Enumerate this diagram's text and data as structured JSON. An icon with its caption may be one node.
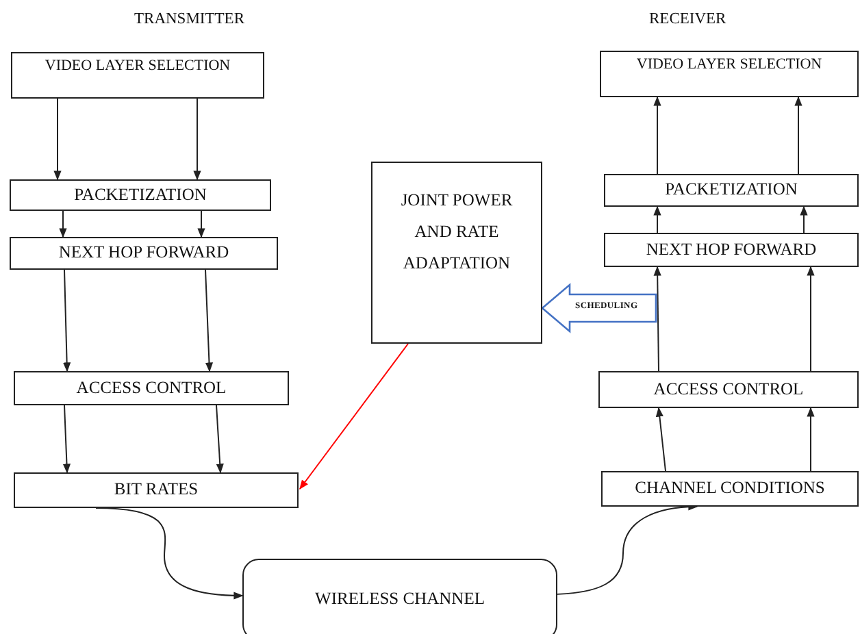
{
  "diagram": {
    "nodes": [
      {
        "text": [
          "VIDEO LAYER SELECTION"
        ]
      },
      {
        "text": [
          "PACKETIZATION"
        ]
      },
      {
        "text": [
          "NEXT HOP FORWARD"
        ]
      },
      {
        "text": [
          "ACCESS CONTROL"
        ]
      },
      {
        "text": [
          "BIT RATES"
        ]
      },
      {
        "text": [
          "JOINT POWER AND RATE ADAPTATION"
        ]
      },
      {
        "text": [
          "VIDEO LAYER SELECTION"
        ]
      },
      {
        "text": [
          "PACKETIZATION"
        ]
      },
      {
        "text": [
          "NEXT HOP FORWARD"
        ]
      },
      {
        "text": [
          "ACCESS CONTROL"
        ]
      },
      {
        "text": [
          "CHANNEL CONDITIONS"
        ]
      },
      {
        "text": [
          "WIRELESS CHANNEL"
        ]
      }
    ],
    "edges": [
      {
        "from": 0,
        "to": 1,
        "arrow": "to"
      },
      {
        "from": 0,
        "to": 1,
        "arrow": "to"
      },
      {
        "from": 1,
        "to": 2,
        "arrow": "to"
      },
      {
        "from": 1,
        "to": 2,
        "arrow": "to"
      },
      {
        "from": 2,
        "to": 3,
        "arrow": "to"
      },
      {
        "from": 2,
        "to": 3,
        "arrow": "to"
      },
      {
        "from": 3,
        "to": 4,
        "arrow": "to"
      },
      {
        "from": 3,
        "to": 4,
        "arrow": "to"
      },
      {
        "from": 5,
        "to": 4,
        "arrow": "to",
        "color": "#ff0000"
      },
      {
        "from": 4,
        "to": 11,
        "arrow": "to"
      },
      {
        "from": 11,
        "to": 10,
        "arrow": "to"
      },
      {
        "from": 10,
        "to": 9,
        "arrow": "to"
      },
      {
        "from": 10,
        "to": 9,
        "arrow": "to"
      },
      {
        "from": 9,
        "to": 8,
        "arrow": "to"
      },
      {
        "from": 9,
        "to": 8,
        "arrow": "to"
      },
      {
        "from": 8,
        "to": 7,
        "arrow": "to"
      },
      {
        "from": 8,
        "to": 7,
        "arrow": "to"
      },
      {
        "from": 7,
        "to": 6,
        "arrow": "to"
      },
      {
        "from": 7,
        "to": 6,
        "arrow": "to"
      },
      {
        "from": null,
        "to": 5,
        "arrow": "to",
        "label": "SCHEDULING",
        "style": "thick",
        "color": "#4472c4"
      }
    ],
    "labels": [
      "TRANSMITTER",
      "RECEIVER"
    ]
  }
}
